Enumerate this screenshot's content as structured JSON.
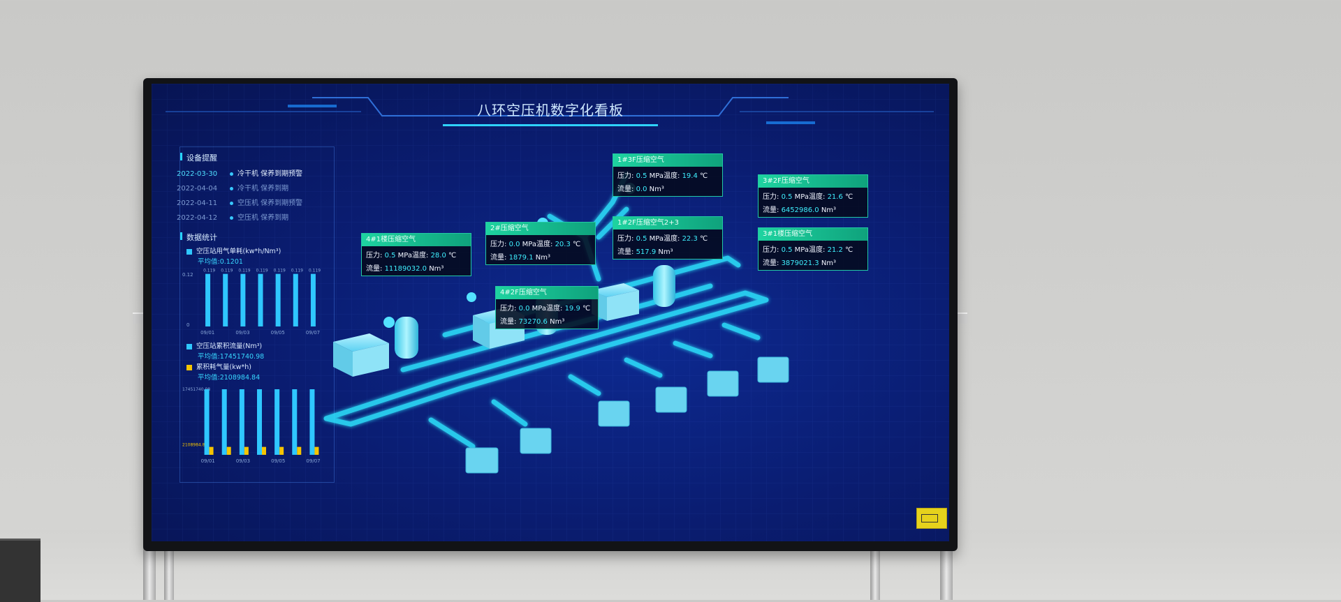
{
  "dashboard": {
    "title": "八环空压机数字化看板"
  },
  "reminders": {
    "section_title": "设备提醒",
    "items": [
      {
        "date": "2022-03-30",
        "text": "冷干机 保养到期预警",
        "active": true
      },
      {
        "date": "2022-04-04",
        "text": "冷干机 保养到期",
        "active": false
      },
      {
        "date": "2022-04-11",
        "text": "空压机 保养到期预警",
        "active": false
      },
      {
        "date": "2022-04-12",
        "text": "空压机 保养到期",
        "active": false
      }
    ]
  },
  "stats": {
    "section_title": "数据统计",
    "consumption_label": "空压站用气单耗(kw*h/Nm³)",
    "consumption_avg": "平均值:0.1201",
    "flow_label": "空压站累积流量(Nm³)",
    "flow_avg": "平均值:17451740.98",
    "energy_label": "累积耗气量(kw*h)",
    "energy_avg": "平均值:2108984.84",
    "colors": {
      "cyan": "#2fc7ff",
      "yellow": "#f5c400"
    }
  },
  "chart_data": [
    {
      "type": "bar",
      "title": "空压站用气单耗(kw*h/Nm³)",
      "categories": [
        "09/01",
        "",
        "09/03",
        "",
        "09/05",
        "",
        "09/07"
      ],
      "values": [
        0.119,
        0.119,
        0.119,
        0.119,
        0.119,
        0.119,
        0.119
      ],
      "data_labels": [
        "0.119",
        "0.119",
        "0.119",
        "0.119",
        "0.119",
        "0.119",
        "0.119"
      ],
      "ytick_labels": [
        "0.12",
        "0"
      ],
      "ylim": [
        0,
        0.12
      ]
    },
    {
      "type": "bar",
      "series": [
        {
          "name": "空压站累积流量(Nm³)",
          "values": [
            17451740.98,
            17451740.98,
            17451740.98,
            17451740.98,
            17451740.98,
            17451740.98,
            17451740.98
          ],
          "color": "#2fc7ff"
        },
        {
          "name": "累积耗气量(kw*h)",
          "values": [
            2108984.84,
            2108984.84,
            2108984.84,
            2108984.84,
            2108984.84,
            2108984.84,
            2108984.84
          ],
          "color": "#f5c400"
        }
      ],
      "categories": [
        "09/01",
        "",
        "09/03",
        "",
        "09/05",
        "",
        "09/07"
      ],
      "ytick_labels": [
        "17451740.98",
        "2108984.84"
      ],
      "ylim": [
        0,
        17451740.98
      ]
    }
  ],
  "gauges": [
    {
      "title": "4#1楼压缩空气",
      "pressure_label": "压力:",
      "pressure": "0.5",
      "pressure_unit": "MPa",
      "temp_label": "温度:",
      "temp": "28.0",
      "temp_unit": "℃",
      "flow_label": "流量:",
      "flow": "11189032.0",
      "flow_unit": "Nm³"
    },
    {
      "title": "2#压缩空气",
      "pressure_label": "压力:",
      "pressure": "0.0",
      "pressure_unit": "MPa",
      "temp_label": "温度:",
      "temp": "20.3",
      "temp_unit": "℃",
      "flow_label": "流量:",
      "flow": "1879.1",
      "flow_unit": "Nm³"
    },
    {
      "title": "1#3F压缩空气",
      "pressure_label": "压力:",
      "pressure": "0.5",
      "pressure_unit": "MPa",
      "temp_label": "温度:",
      "temp": "19.4",
      "temp_unit": "℃",
      "flow_label": "流量:",
      "flow": "0.0",
      "flow_unit": "Nm³"
    },
    {
      "title": "1#2F压缩空气2+3",
      "pressure_label": "压力:",
      "pressure": "0.5",
      "pressure_unit": "MPa",
      "temp_label": "温度:",
      "temp": "22.3",
      "temp_unit": "℃",
      "flow_label": "流量:",
      "flow": "517.9",
      "flow_unit": "Nm³"
    },
    {
      "title": "3#2F压缩空气",
      "pressure_label": "压力:",
      "pressure": "0.5",
      "pressure_unit": "MPa",
      "temp_label": "温度:",
      "temp": "21.6",
      "temp_unit": "℃",
      "flow_label": "流量:",
      "flow": "6452986.0",
      "flow_unit": "Nm³"
    },
    {
      "title": "3#1楼压缩空气",
      "pressure_label": "压力:",
      "pressure": "0.5",
      "pressure_unit": "MPa",
      "temp_label": "温度:",
      "temp": "21.2",
      "temp_unit": "℃",
      "flow_label": "流量:",
      "flow": "3879021.3",
      "flow_unit": "Nm³"
    },
    {
      "title": "4#2F压缩空气",
      "pressure_label": "压力:",
      "pressure": "0.0",
      "pressure_unit": "MPa",
      "temp_label": "温度:",
      "temp": "19.9",
      "temp_unit": "℃",
      "flow_label": "流量:",
      "flow": "73270.6",
      "flow_unit": "Nm³"
    }
  ]
}
